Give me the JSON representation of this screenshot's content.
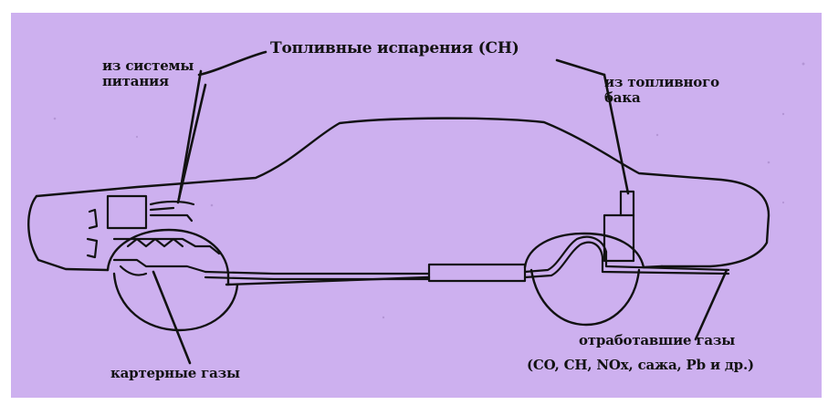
{
  "title": "Топливные испарения (CH)",
  "labels": {
    "fuel_system_line1": "из системы",
    "fuel_system_line2": "питания",
    "fuel_tank_line1": "из топливного",
    "fuel_tank_line2": "бака",
    "crankcase": "картерные газы",
    "exhaust_line1": "отработавшие газы",
    "exhaust_line2": "(CO, CH, NOx, сажа, Pb и др.)"
  },
  "colors": {
    "background": "#cdb0ef",
    "line": "#121212"
  }
}
